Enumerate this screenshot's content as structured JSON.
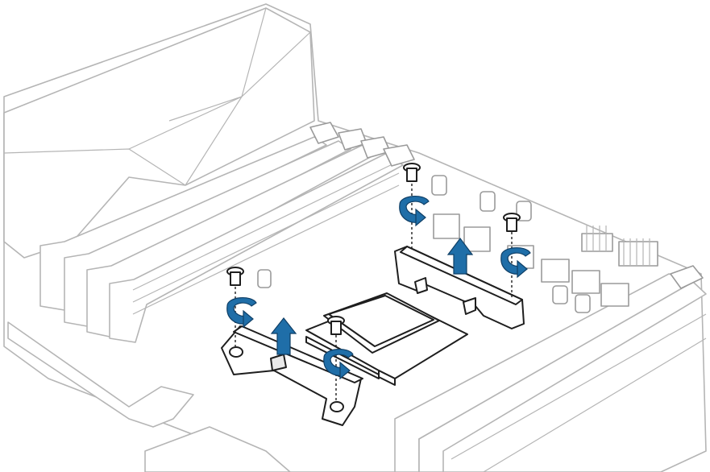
{
  "colors": {
    "accent": "#1f6ea8",
    "outline": "#1e1e1e",
    "board": "#b5b5b5",
    "background": "#ffffff"
  },
  "icons": {
    "screw": "screw-icon",
    "rotate": "rotate-counterclockwise-icon",
    "lift": "arrow-up-icon"
  },
  "heatsinks": [
    {
      "name": "left-heatsink-bracket",
      "screws": 2,
      "lift": "up"
    },
    {
      "name": "right-heatsink-bracket",
      "screws": 2,
      "lift": "up"
    }
  ]
}
